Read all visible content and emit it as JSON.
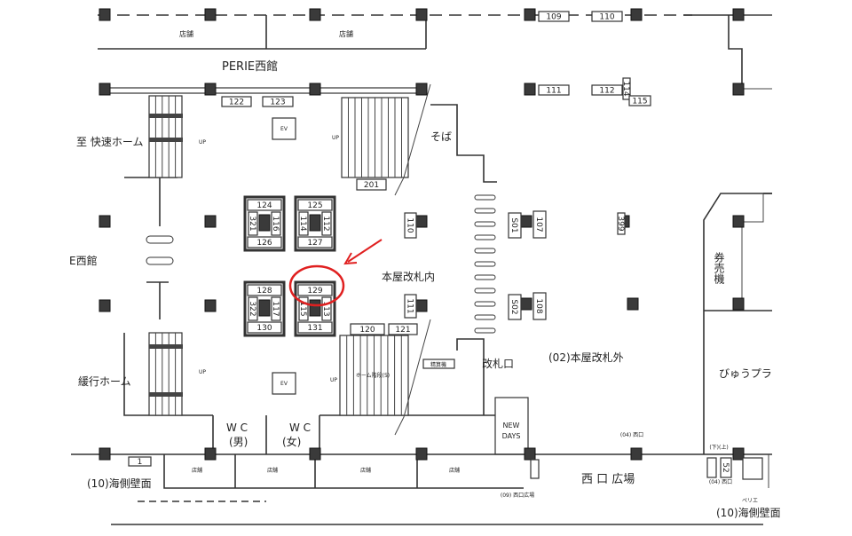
{
  "title": "PERIE西館",
  "labels": {
    "shop": "店舗",
    "up": "UP",
    "ev": "EV",
    "soba": "そば",
    "rapid_platform": "至 快速ホーム",
    "local_platform": "緩行ホーム",
    "west_wing_partial": "E西館",
    "inside_gate": "本屋改札内",
    "outside_gate": "(02)本屋改札外",
    "gate": "改札口",
    "ticket_machine": "券売機",
    "view_plaza": "びゅうプラ",
    "fare_adjust": "精算機",
    "platform_stairs": "ホーム階段(5)",
    "newdays_1": "NEW",
    "newdays_2": "DAYS",
    "west_exit_04": "(04) 西口",
    "west_plaza": "西 口 広場",
    "west_plaza_09": "(09) 西口広場",
    "sea_wall": "(10)海側壁面",
    "perie": "ペリエ",
    "down_up": "(下)(上)",
    "wc": "W C",
    "wc_men": "(男)",
    "wc_women": "(女)"
  },
  "locations": {
    "n109": "109",
    "n110a": "110",
    "n111a": "111",
    "n112a": "112",
    "n114": "114",
    "n115": "115",
    "n122": "122",
    "n123": "123",
    "n201": "201",
    "n124": "124",
    "n125": "125",
    "n126": "126",
    "n127": "127",
    "n321": "321",
    "n116": "116",
    "n114b": "114",
    "n112b": "112",
    "n128": "128",
    "n129": "129",
    "n130": "130",
    "n131": "131",
    "n322": "322",
    "n117": "117",
    "n115b": "115",
    "n113": "113",
    "n110": "110",
    "n111": "111",
    "n120": "120",
    "n121": "121",
    "s01": "S01",
    "n107": "107",
    "n399": "399",
    "s02": "S02",
    "n108": "108",
    "n1": "1",
    "n52": "52"
  },
  "highlight": {
    "target": "129",
    "color": "#e02020"
  }
}
